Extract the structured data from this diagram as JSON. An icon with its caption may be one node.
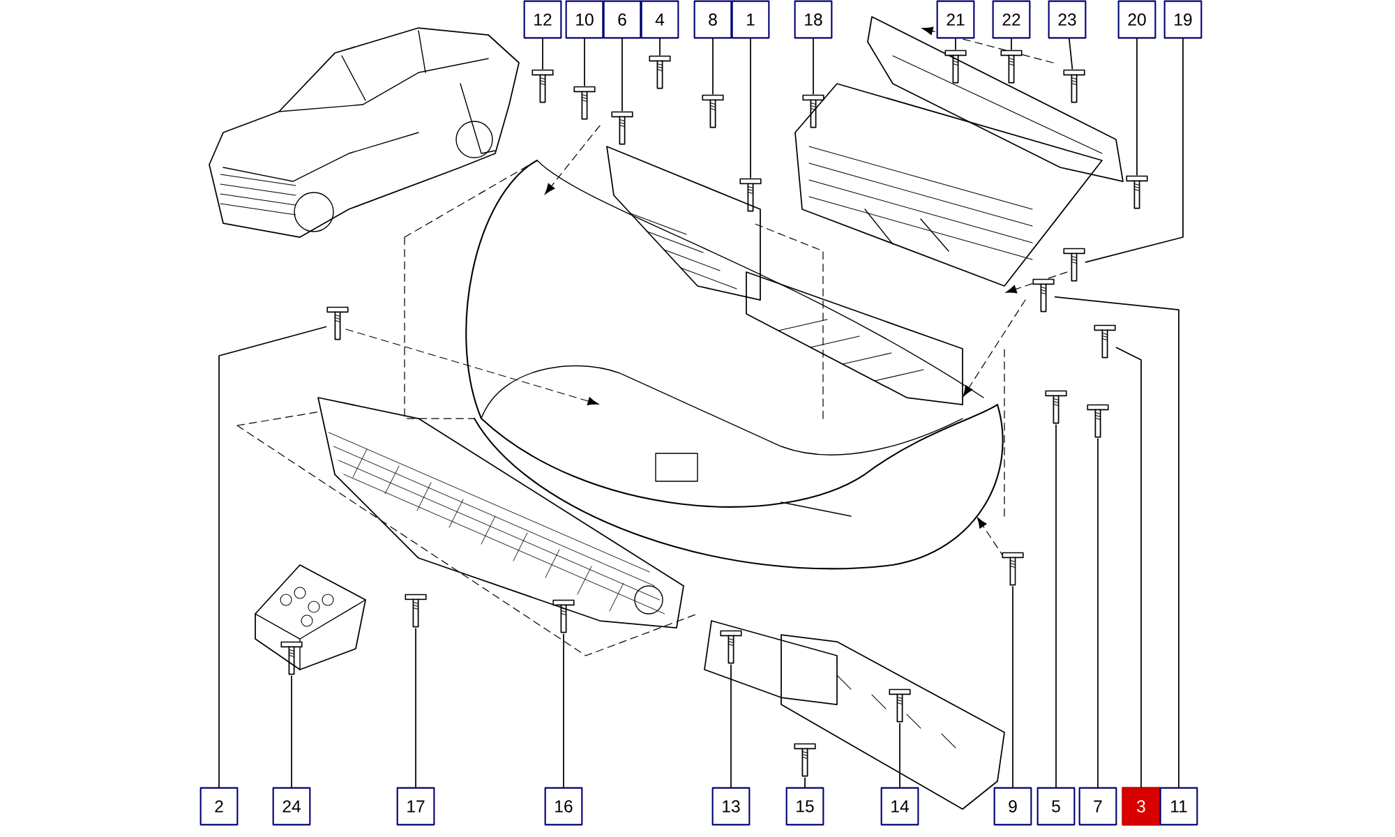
{
  "diagram": {
    "nodes": [
      {
        "text": [
          "12"
        ]
      },
      {
        "text": [
          "10"
        ]
      },
      {
        "text": [
          "6"
        ]
      },
      {
        "text": [
          "4"
        ]
      },
      {
        "text": [
          "8"
        ]
      },
      {
        "text": [
          "1"
        ]
      },
      {
        "text": [
          "18"
        ]
      },
      {
        "text": [
          "21"
        ]
      },
      {
        "text": [
          "22"
        ]
      },
      {
        "text": [
          "23"
        ]
      },
      {
        "text": [
          "20"
        ]
      },
      {
        "text": [
          "19"
        ]
      },
      {
        "text": [
          "2"
        ]
      },
      {
        "text": [
          "24"
        ]
      },
      {
        "text": [
          "17"
        ]
      },
      {
        "text": [
          "16"
        ]
      },
      {
        "text": [
          "13"
        ]
      },
      {
        "text": [
          "15"
        ]
      },
      {
        "text": [
          "14"
        ]
      },
      {
        "text": [
          "9"
        ]
      },
      {
        "text": [
          "5"
        ]
      },
      {
        "text": [
          "7"
        ]
      },
      {
        "text": [
          "3"
        ]
      },
      {
        "text": [
          "11"
        ]
      },
      {
        "text": [],
        "shape": "picture"
      },
      {
        "text": [],
        "shape": "picture"
      },
      {
        "text": [],
        "shape": "picture"
      },
      {
        "text": [],
        "shape": "picture"
      },
      {
        "text": [],
        "shape": "picture"
      },
      {
        "text": [],
        "shape": "picture"
      },
      {
        "text": [],
        "shape": "picture"
      },
      {
        "text": [],
        "shape": "picture"
      },
      {
        "text": [],
        "shape": "picture"
      },
      {
        "text": [],
        "shape": "picture"
      },
      {
        "text": [],
        "shape": "picture"
      },
      {
        "text": [],
        "shape": "picture"
      },
      {
        "text": [],
        "shape": "picture"
      },
      {
        "text": [],
        "shape": "picture"
      },
      {
        "text": [],
        "shape": "picture"
      },
      {
        "text": [],
        "shape": "picture"
      },
      {
        "text": [],
        "shape": "picture"
      },
      {
        "text": [],
        "shape": "picture"
      },
      {
        "text": [],
        "shape": "picture"
      },
      {
        "text": [],
        "shape": "picture"
      },
      {
        "text": [],
        "shape": "picture"
      },
      {
        "text": [],
        "shape": "picture"
      },
      {
        "text": [],
        "shape": "picture"
      },
      {
        "text": [],
        "shape": "picture"
      }
    ],
    "edges": [
      {
        "from": 0,
        "to": 24,
        "arrow": "none"
      },
      {
        "from": 1,
        "to": 25,
        "arrow": "none"
      },
      {
        "from": 2,
        "to": 26,
        "arrow": "none"
      },
      {
        "from": 3,
        "to": 27,
        "arrow": "none"
      },
      {
        "from": 4,
        "to": 28,
        "arrow": "none"
      },
      {
        "from": 5,
        "to": 29,
        "arrow": "none"
      },
      {
        "from": 6,
        "to": 30,
        "arrow": "none"
      },
      {
        "from": 7,
        "to": 31,
        "arrow": "none"
      },
      {
        "from": 8,
        "to": 32,
        "arrow": "none"
      },
      {
        "from": 9,
        "to": 33,
        "arrow": "none"
      },
      {
        "from": 10,
        "to": 34,
        "arrow": "none"
      },
      {
        "from": 11,
        "to": 35,
        "arrow": "none"
      },
      {
        "from": 12,
        "to": 36,
        "arrow": "none"
      },
      {
        "from": 13,
        "to": 37,
        "arrow": "none"
      },
      {
        "from": 14,
        "to": 38,
        "arrow": "none"
      },
      {
        "from": 15,
        "to": 39,
        "arrow": "none"
      },
      {
        "from": 16,
        "to": 40,
        "arrow": "none"
      },
      {
        "from": 17,
        "to": 41,
        "arrow": "none"
      },
      {
        "from": 18,
        "to": 42,
        "arrow": "none"
      },
      {
        "from": 19,
        "to": 43,
        "arrow": "none"
      },
      {
        "from": 20,
        "to": 44,
        "arrow": "none"
      },
      {
        "from": 21,
        "to": 45,
        "arrow": "none"
      },
      {
        "from": 22,
        "to": 46,
        "arrow": "none"
      },
      {
        "from": 23,
        "to": 47,
        "arrow": "none"
      }
    ]
  }
}
